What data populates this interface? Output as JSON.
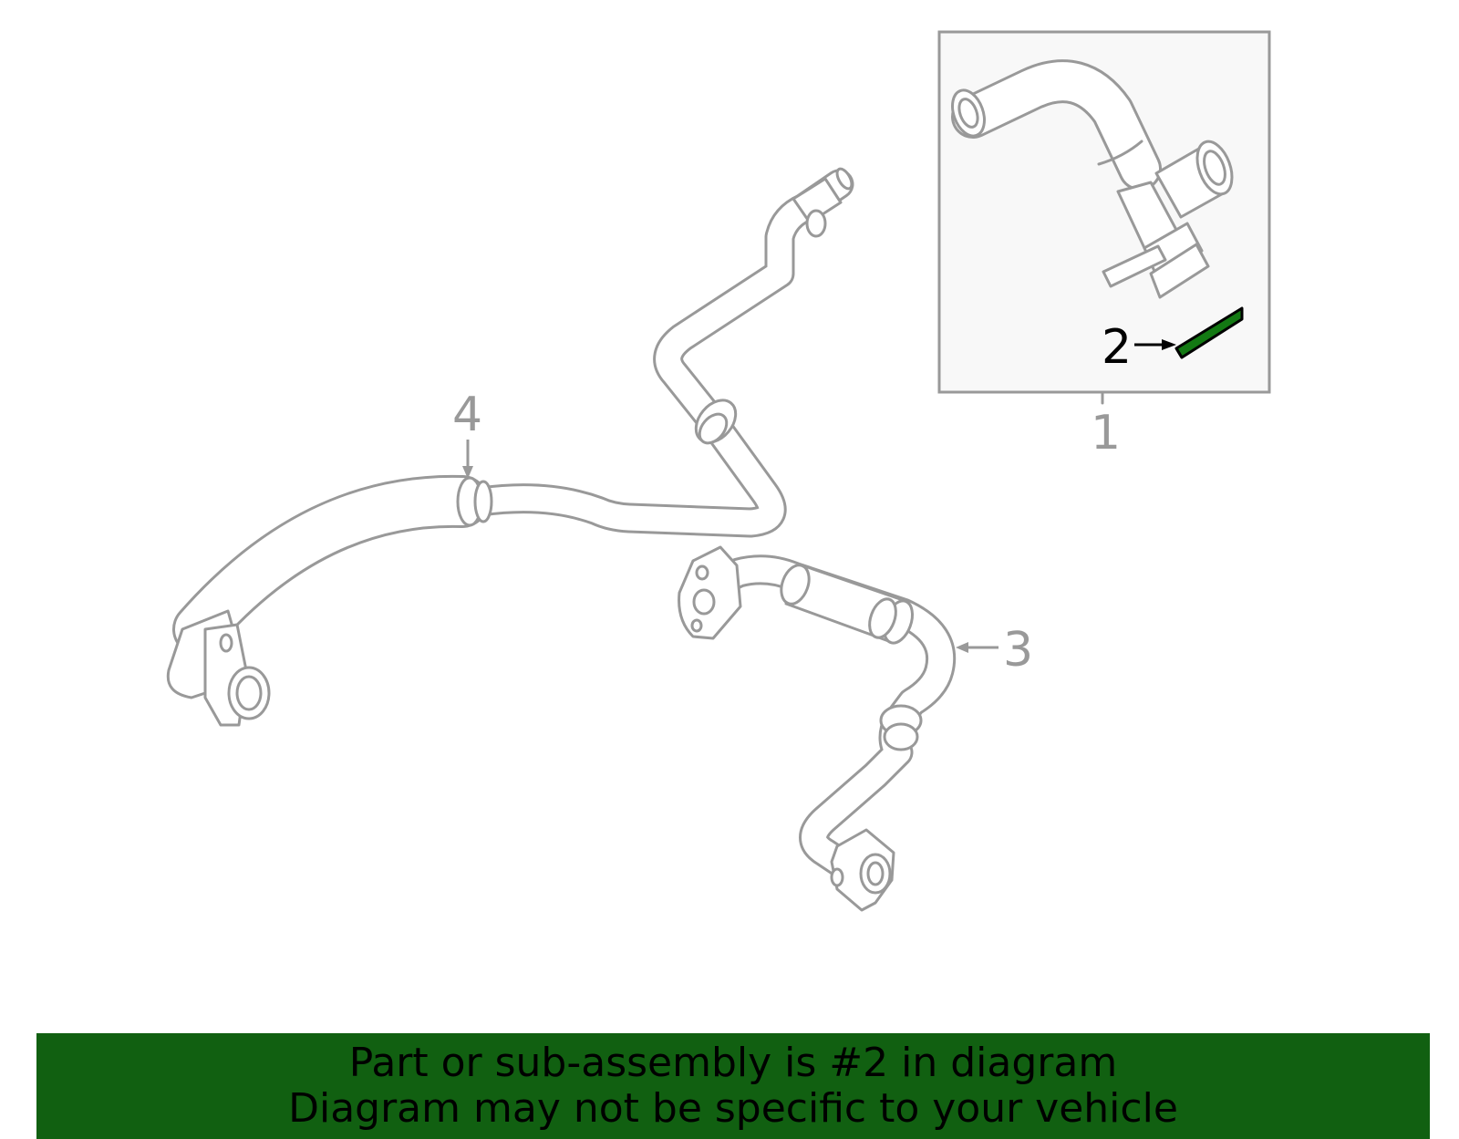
{
  "callouts": {
    "c1": "1",
    "c2": "2",
    "c3": "3",
    "c4": "4"
  },
  "highlight": {
    "part_number": "2",
    "color": "#137913"
  },
  "banner": {
    "line1": "Part or sub-assembly is #2 in diagram",
    "line2": "Diagram may not be specific to your vehicle",
    "color": "#116011"
  }
}
